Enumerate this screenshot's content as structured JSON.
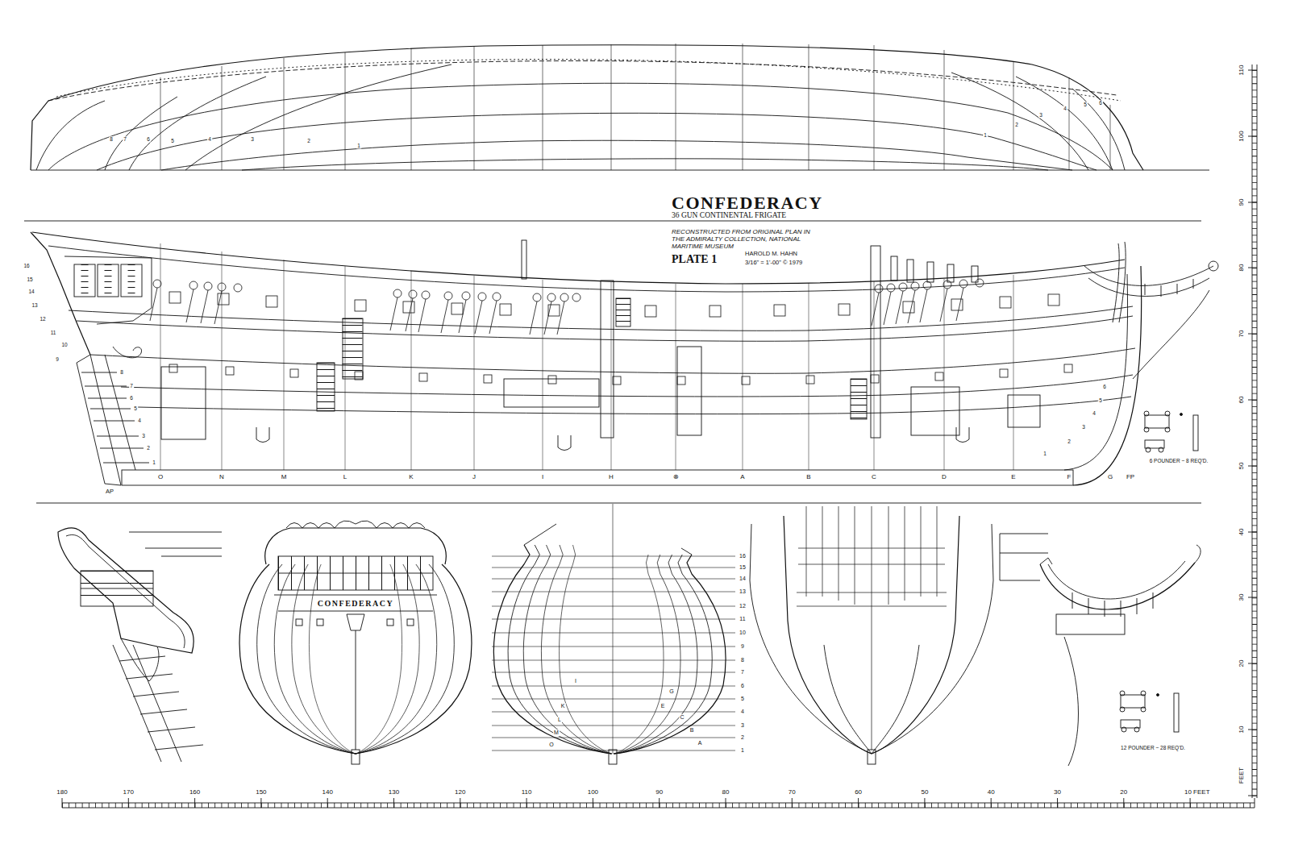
{
  "diagram": {
    "title": "CONFEDERACY",
    "labels": [
      "36 GUN CONTINENTAL FRIGATE",
      "RECONSTRUCTED FROM ORIGINAL PLAN IN THE ADMIRALTY COLLECTION, NATIONAL MARITIME MUSEUM",
      "HAROLD M. HAHN",
      "PLATE 1",
      "3/16\" = 1'-00\" © 1979",
      "O",
      "N",
      "M",
      "L",
      "K",
      "J",
      "I",
      "H",
      "⊗",
      "A",
      "B",
      "C",
      "D",
      "E",
      "F",
      "G",
      "FP",
      "AP",
      "6 POUNDER ~ 8 REQ'D.",
      "12 POUNDER ~ 28 REQ'D.",
      "CONFEDERACY",
      "180",
      "170",
      "160",
      "150",
      "140",
      "130",
      "120",
      "110",
      "100",
      "90",
      "80",
      "70",
      "60",
      "50",
      "40",
      "30",
      "20",
      "10 FEET",
      "110",
      "100",
      "90",
      "80",
      "70",
      "60",
      "50",
      "40",
      "30",
      "20",
      "10",
      "FEET",
      "1",
      "2",
      "3",
      "4",
      "5",
      "6",
      "7",
      "8",
      "9",
      "10",
      "11",
      "12",
      "13",
      "14",
      "15",
      "16",
      "16",
      "15",
      "14",
      "13",
      "12",
      "11",
      "10",
      "9",
      "8",
      "7",
      "6",
      "5",
      "4",
      "3",
      "2",
      "1",
      "1",
      "2",
      "3",
      "4",
      "5",
      "6",
      "I",
      "K",
      "L",
      "M",
      "O",
      "G",
      "E",
      "C",
      "B",
      "A",
      "8",
      "7",
      "6",
      "5",
      "4",
      "3",
      "2",
      "1",
      "1",
      "2",
      "3",
      "4",
      "5",
      "6"
    ]
  }
}
